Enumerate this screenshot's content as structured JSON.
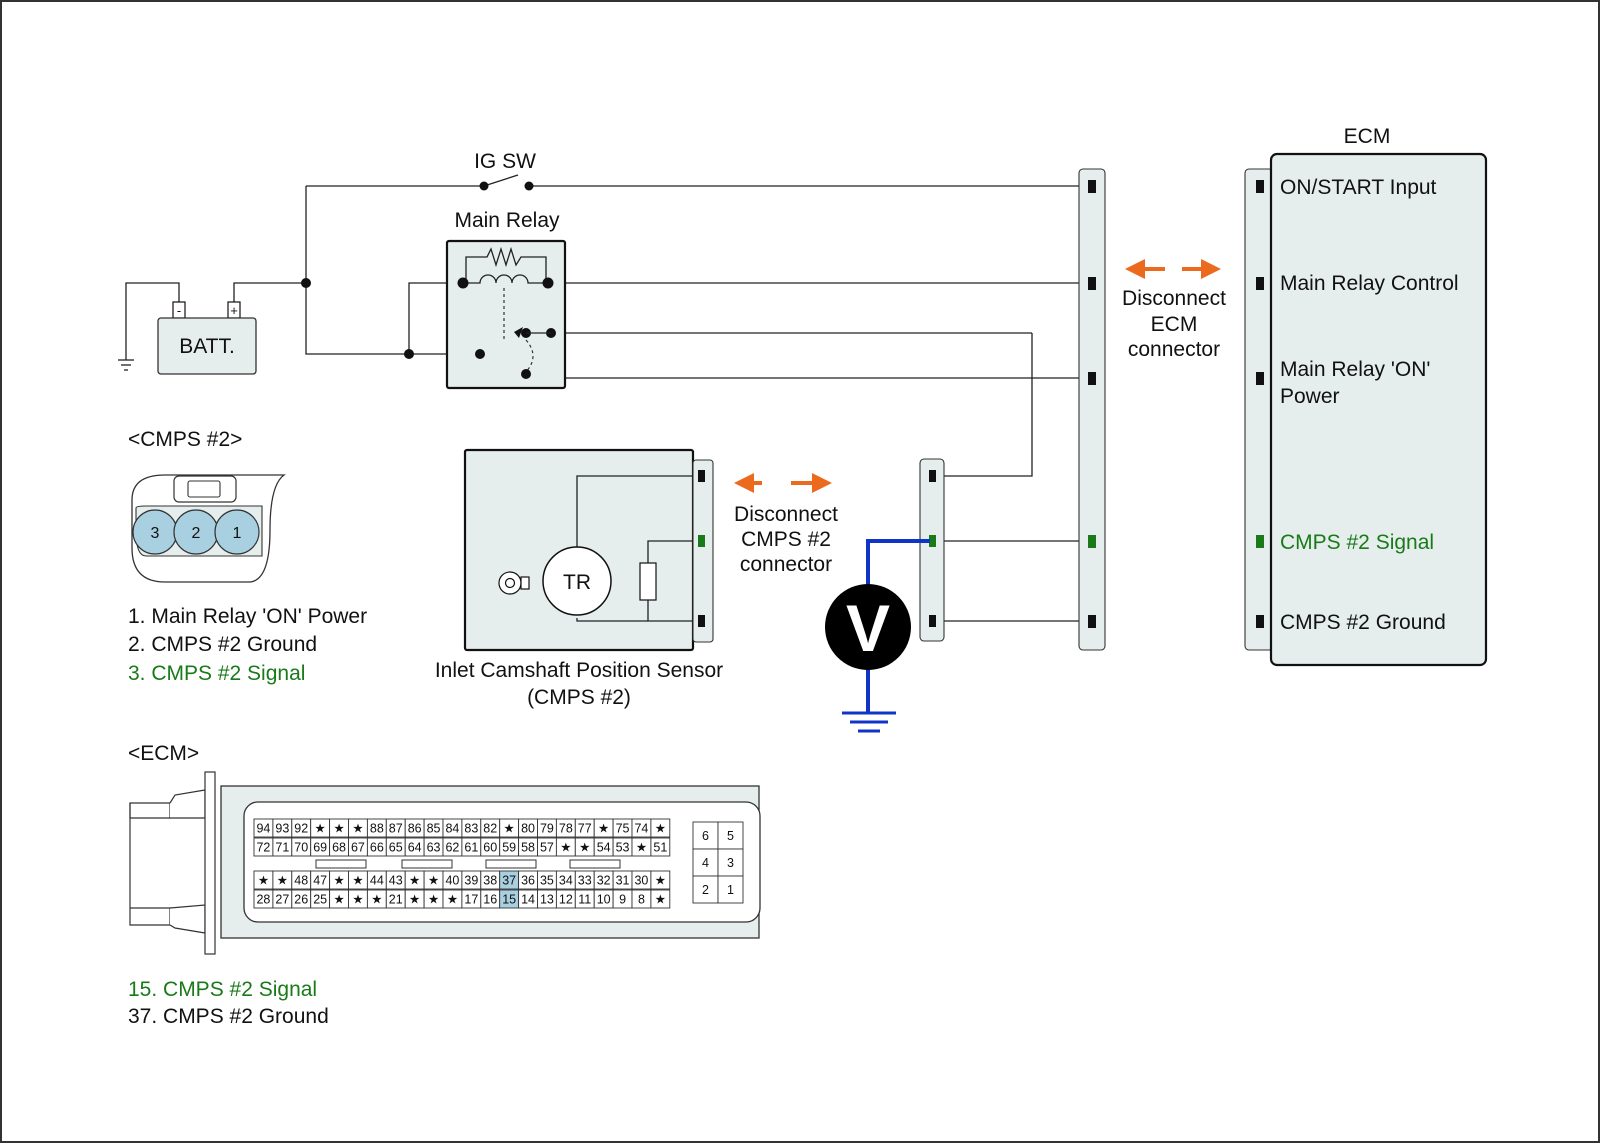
{
  "colors": {
    "panel_fill": "#e6eded",
    "signal_green": "#1a7a1a",
    "meter_wire_blue": "#1034c8",
    "arrow_orange": "#ec6a1e",
    "highlight_pin": "#a9d0e0"
  },
  "labels": {
    "ig_sw": "IG SW",
    "main_relay": "Main Relay",
    "batt": "BATT.",
    "batt_minus": "-",
    "batt_plus": "+",
    "sensor_tr": "TR",
    "voltmeter": "V",
    "sensor_name": "Inlet Camshaft Position Sensor",
    "sensor_sub": "(CMPS #2)",
    "disconnect_cmps": [
      "Disconnect",
      "CMPS #2",
      "connector"
    ],
    "disconnect_ecm": [
      "Disconnect",
      "ECM",
      "connector"
    ]
  },
  "ecm_block": {
    "title": "ECM",
    "terminals": [
      {
        "label": "ON/START Input",
        "color": "#111111"
      },
      {
        "label": "Main Relay Control",
        "color": "#111111"
      },
      {
        "label": "Main Relay 'ON'",
        "label2": "Power",
        "color": "#111111"
      },
      {
        "label": "CMPS #2 Signal",
        "color": "#1a7a1a"
      },
      {
        "label": "CMPS #2 Ground",
        "color": "#111111"
      }
    ]
  },
  "cmps_connector": {
    "title": "<CMPS #2>",
    "pins": [
      "3",
      "2",
      "1"
    ],
    "legend": [
      {
        "text": "1. Main Relay 'ON' Power",
        "color": "#111111"
      },
      {
        "text": "2. CMPS #2 Ground",
        "color": "#111111"
      },
      {
        "text": "3. CMPS #2 Signal",
        "color": "#1a7a1a"
      }
    ]
  },
  "ecm_connector": {
    "title": "<ECM>",
    "grid_rows": [
      [
        "94",
        "93",
        "92",
        "★",
        "★",
        "★",
        "88",
        "87",
        "86",
        "85",
        "84",
        "83",
        "82",
        "★",
        "80",
        "79",
        "78",
        "77",
        "★",
        "75",
        "74",
        "★"
      ],
      [
        "72",
        "71",
        "70",
        "69",
        "68",
        "67",
        "66",
        "65",
        "64",
        "63",
        "62",
        "61",
        "60",
        "59",
        "58",
        "57",
        "★",
        "★",
        "54",
        "53",
        "★",
        "51"
      ],
      [
        "★",
        "★",
        "48",
        "47",
        "★",
        "★",
        "44",
        "43",
        "★",
        "★",
        "40",
        "39",
        "38",
        "37",
        "36",
        "35",
        "34",
        "33",
        "32",
        "31",
        "30",
        "★"
      ],
      [
        "28",
        "27",
        "26",
        "25",
        "★",
        "★",
        "★",
        "21",
        "★",
        "★",
        "★",
        "17",
        "16",
        "15",
        "14",
        "13",
        "12",
        "11",
        "10",
        "9",
        "8",
        "★"
      ]
    ],
    "highlighted_pins": [
      "37",
      "15"
    ],
    "side_rows": [
      [
        "6",
        "5"
      ],
      [
        "4",
        "3"
      ],
      [
        "2",
        "1"
      ]
    ],
    "legend": [
      {
        "text": "15. CMPS #2 Signal",
        "color": "#1a7a1a"
      },
      {
        "text": "37. CMPS #2 Ground",
        "color": "#111111"
      }
    ]
  }
}
